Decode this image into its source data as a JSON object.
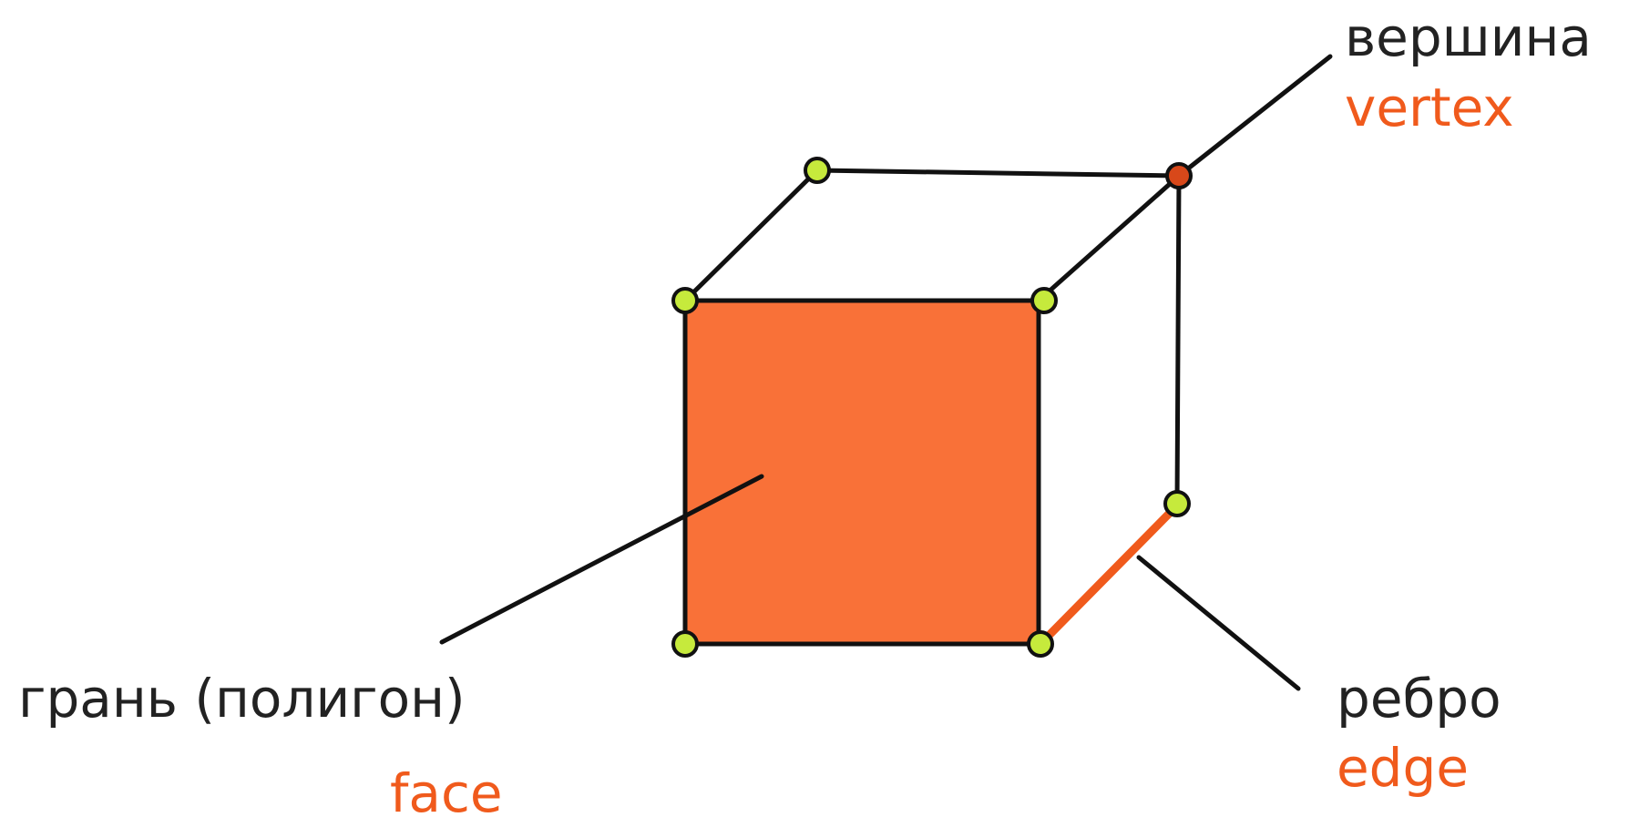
{
  "labels": {
    "vertex_ru": "вершина",
    "vertex_en": "vertex",
    "face_ru": "грань (полигон)",
    "face_en": "face",
    "edge_ru": "ребро",
    "edge_en": "edge"
  },
  "colors": {
    "face_fill": "#f97138",
    "accent": "#f05a1c",
    "vertex_fill": "#c6ea3c",
    "highlight_vertex_fill": "#d8481a",
    "line": "#111111"
  }
}
